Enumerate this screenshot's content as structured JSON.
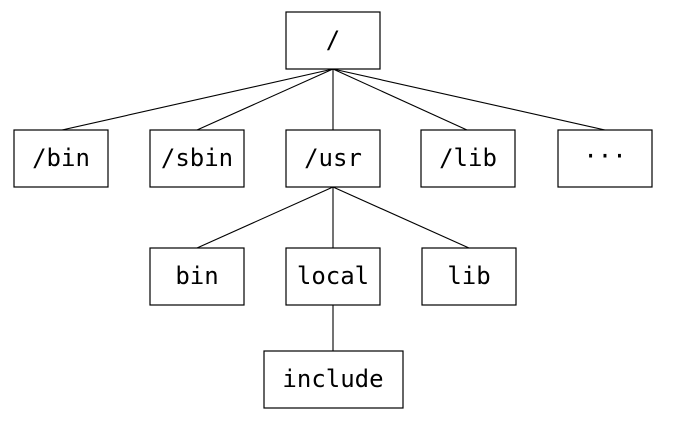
{
  "tree": {
    "root": {
      "label": "/"
    },
    "top_dirs": [
      {
        "label": "/bin"
      },
      {
        "label": "/sbin"
      },
      {
        "label": "/usr"
      },
      {
        "label": "/lib"
      },
      {
        "label": "···"
      }
    ],
    "usr_children": [
      {
        "label": "bin"
      },
      {
        "label": "local"
      },
      {
        "label": "lib"
      }
    ],
    "local_children": [
      {
        "label": "include"
      }
    ]
  }
}
